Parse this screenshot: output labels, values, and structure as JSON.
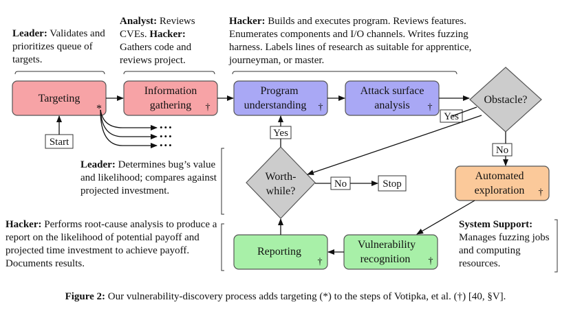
{
  "nodes": {
    "targeting": "Targeting",
    "info_l1": "Information",
    "info_l2": "gathering",
    "program_l1": "Program",
    "program_l2": "understanding",
    "attack_l1": "Attack surface",
    "attack_l2": "analysis",
    "obstacle": "Obstacle?",
    "automated_l1": "Automated",
    "automated_l2": "exploration",
    "worthwhile_l1": "Worth-",
    "worthwhile_l2": "while?",
    "reporting": "Reporting",
    "vuln_l1": "Vulnerability",
    "vuln_l2": "recognition",
    "start": "Start",
    "stop": "Stop",
    "dots": "•••"
  },
  "markers": {
    "star": "*",
    "dagger": "†"
  },
  "edge_labels": {
    "yes_obstacle": "Yes",
    "no_obstacle": "No",
    "yes_worthwhile": "Yes",
    "no_worthwhile": "No"
  },
  "annotations": {
    "leader_top_role": "Leader:",
    "leader_top_text": " Validates and prioritizes queue of targets.",
    "analyst_role": "Analyst:",
    "analyst_text1": " Reviews CVEs. ",
    "analyst_hacker_role": "Hacker:",
    "analyst_text2": " Gathers code and reviews project.",
    "hacker_top_role": "Hacker:",
    "hacker_top_text": " Builds and executes program. Reviews features. Enumerates components and I/O channels. Writes fuzzing harness. Labels lines of research as suitable for apprentice, journeyman, or master.",
    "leader_mid_role": "Leader:",
    "leader_mid_text": " Determines bug’s value and likelihood; compares against projected investment.",
    "hacker_bottom_role": "Hacker:",
    "hacker_bottom_text": " Performs root-cause analysis to produce a report on the likelihood of potential payoff and projected time investment to achieve payoff. Documents results.",
    "system_role": "System Support:",
    "system_text": " Manages fuzzing jobs and computing resources."
  },
  "caption": {
    "label": "Figure 2:",
    "text": " Our vulnerability-discovery process adds targeting (*) to the steps of Votipka, et al. (†) [40, §V]."
  },
  "colors": {
    "targeting": "#f7a3a6",
    "info": "#f7a3a6",
    "program": "#a9a8f5",
    "attack": "#a9a8f5",
    "automated": "#fbc99a",
    "diamond": "#cccccc",
    "green": "#a8f0a8"
  }
}
